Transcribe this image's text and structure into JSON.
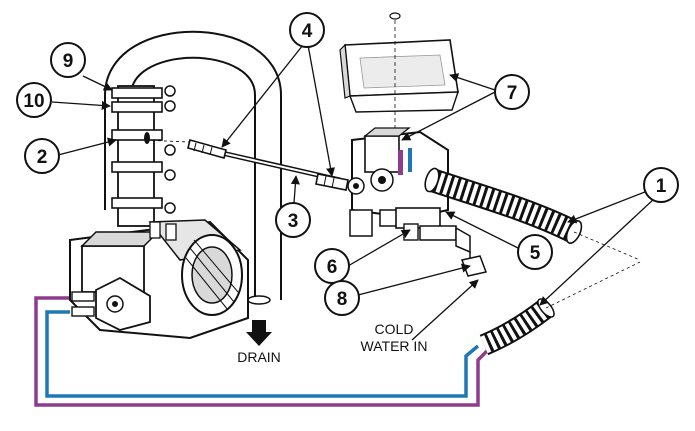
{
  "callouts": {
    "c1a": "1",
    "c1b": "1",
    "c2": "2",
    "c3": "3",
    "c4": "4",
    "c5": "5",
    "c6": "6",
    "c7": "7",
    "c8": "8",
    "c9": "9",
    "c10": "10"
  },
  "labels": {
    "drain": "DRAIN",
    "cold_line1": "COLD",
    "cold_line2": "WATER IN"
  },
  "colors": {
    "outline": "#111111",
    "wire_purple": "#8e3d8e",
    "wire_blue": "#1f78b4",
    "part_fill": "#ffffff",
    "shade": "#d9d9d9"
  }
}
